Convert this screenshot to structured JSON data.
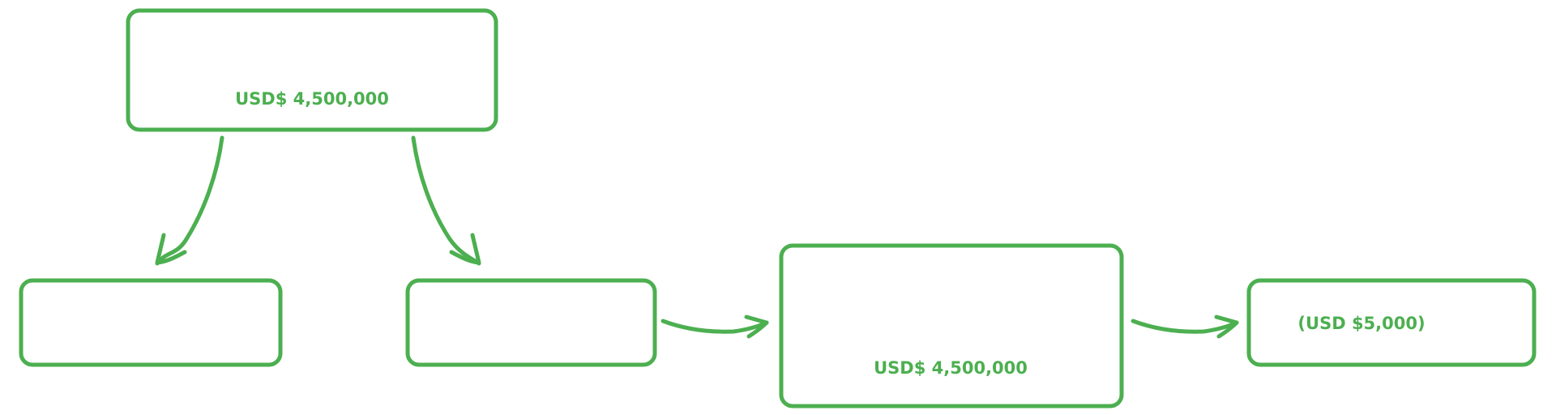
{
  "nodes": [
    {
      "id": "top",
      "label": "USD$ 4,500,000"
    },
    {
      "id": "bottom-left",
      "label": ""
    },
    {
      "id": "bottom-middle",
      "label": ""
    },
    {
      "id": "center-right",
      "label": "USD$ 4,500,000"
    },
    {
      "id": "far-right",
      "label": "(USD $5,000)"
    }
  ],
  "colors": {
    "stroke": "#4CAF50",
    "text": "#4CAF50"
  }
}
